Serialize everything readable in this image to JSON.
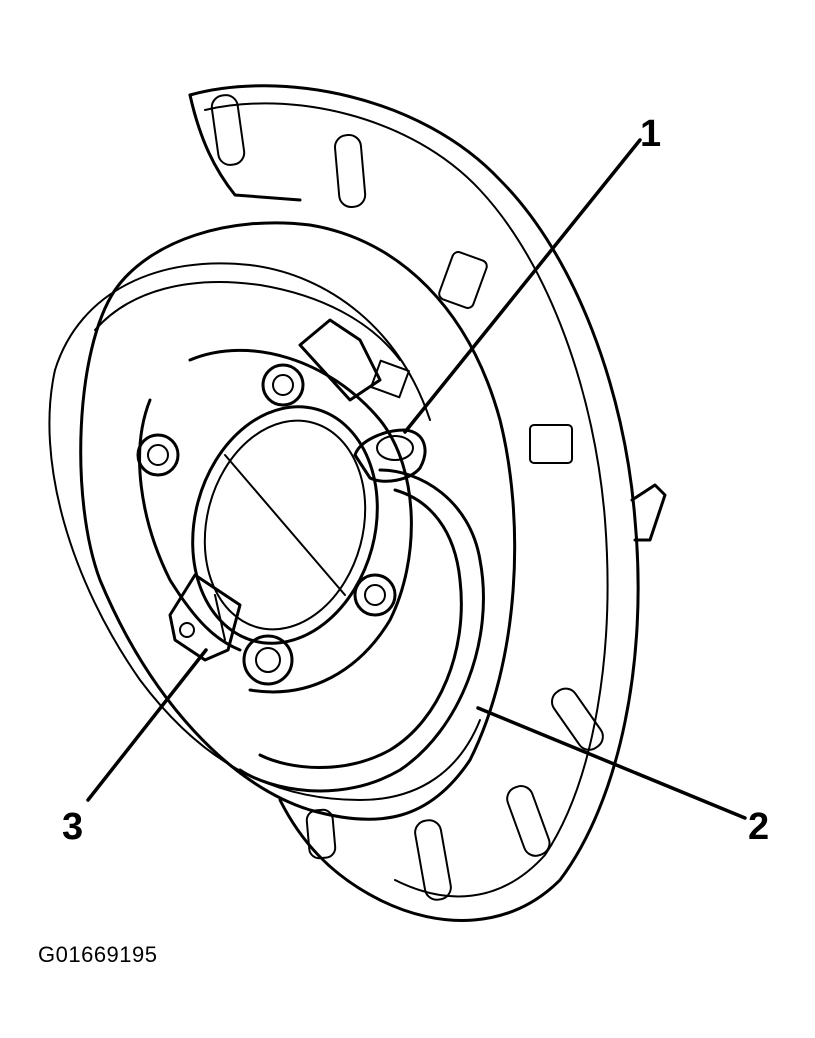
{
  "callouts": [
    {
      "label": "1"
    },
    {
      "label": "2"
    },
    {
      "label": "3"
    }
  ],
  "figure_id": "G01669195",
  "colors": {
    "ink": "#000000",
    "background": "#ffffff"
  }
}
